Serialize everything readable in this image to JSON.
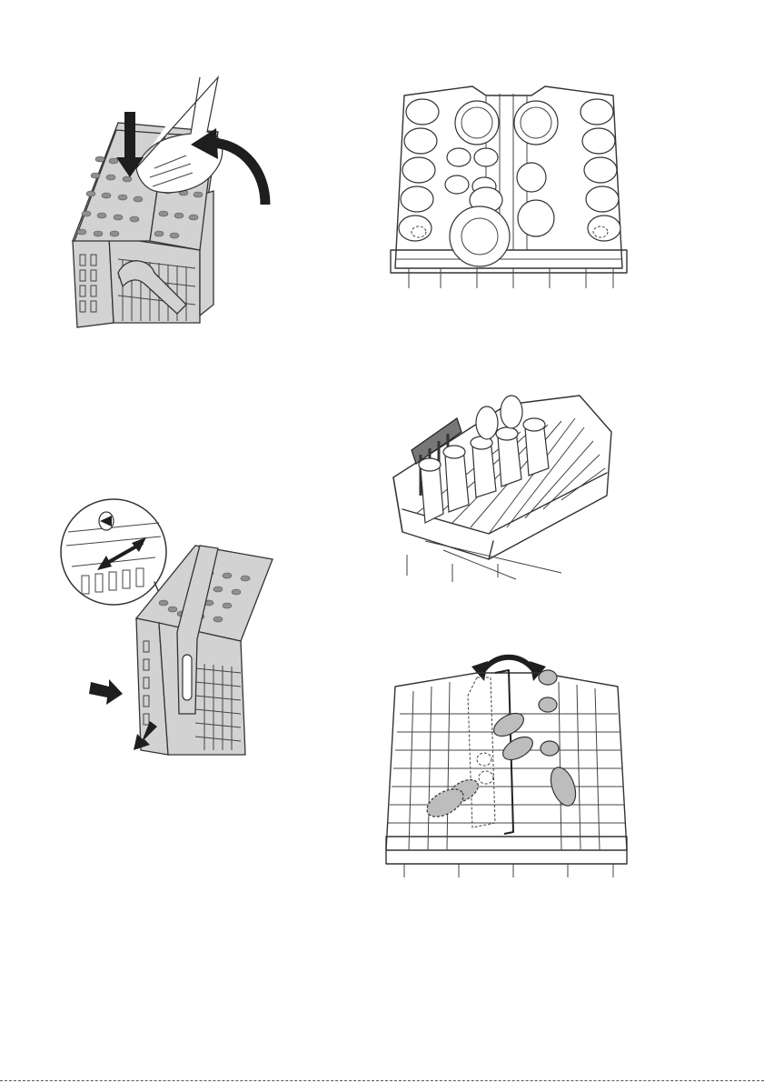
{
  "figures": [
    {
      "id": "fig1",
      "icon": "cutlery-basket-lid-closing"
    },
    {
      "id": "fig2",
      "icon": "cutlery-basket-separation"
    },
    {
      "id": "fig3",
      "icon": "upper-basket-cups-plates"
    },
    {
      "id": "fig4",
      "icon": "upper-basket-glasses-racks"
    },
    {
      "id": "fig5",
      "icon": "lower-basket-folding-racks"
    }
  ],
  "colors": {
    "ink": "#1e1e1e",
    "grey_fill": "#d2d2d2",
    "hole_fill": "#8f8f8f"
  }
}
